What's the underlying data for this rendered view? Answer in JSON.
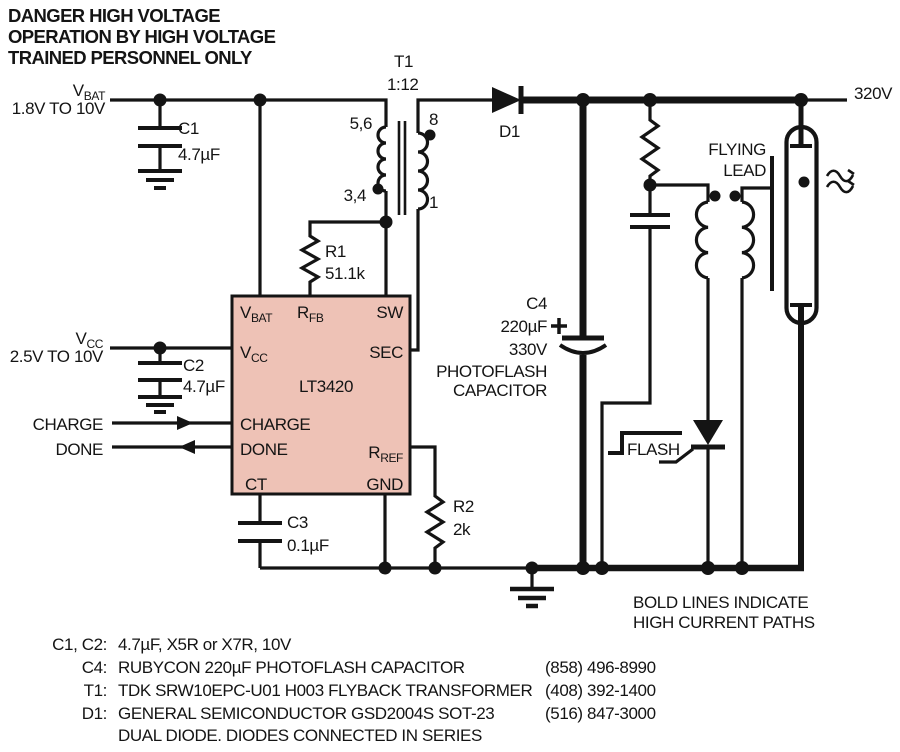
{
  "warning": {
    "line1": "DANGER HIGH VOLTAGE",
    "line2": "OPERATION BY HIGH VOLTAGE",
    "line3": "TRAINED PERSONNEL ONLY"
  },
  "supplies": {
    "vbat": {
      "sym": "V",
      "sub": "BAT",
      "range": "1.8V TO 10V"
    },
    "vcc": {
      "sym": "V",
      "sub": "CC",
      "range": "2.5V TO 10V"
    },
    "charge": "CHARGE",
    "done": "DONE",
    "output": "320V"
  },
  "transformer": {
    "ref": "T1",
    "ratio": "1:12",
    "pri_top": "5,6",
    "pri_bot": "3,4",
    "sec_top": "8",
    "sec_bot": "1"
  },
  "components": {
    "c1": {
      "ref": "C1",
      "value": "4.7µF"
    },
    "c2": {
      "ref": "C2",
      "value": "4.7µF"
    },
    "c3": {
      "ref": "C3",
      "value": "0.1µF"
    },
    "c4": {
      "ref": "C4",
      "value": "220µF",
      "voltage": "330V",
      "type1": "PHOTOFLASH",
      "type2": "CAPACITOR"
    },
    "r1": {
      "ref": "R1",
      "value": "51.1k"
    },
    "r2": {
      "ref": "R2",
      "value": "2k"
    },
    "d1": {
      "ref": "D1"
    }
  },
  "ic": {
    "part": "LT3420",
    "pins": {
      "vbat": {
        "sym": "V",
        "sub": "BAT"
      },
      "rfb": {
        "sym": "R",
        "sub": "FB"
      },
      "sw": "SW",
      "vcc": {
        "sym": "V",
        "sub": "CC"
      },
      "sec": "SEC",
      "charge": "CHARGE",
      "done": "DONE",
      "rref": {
        "sym": "R",
        "sub": "REF"
      },
      "ct": "CT",
      "gnd": "GND"
    }
  },
  "trigger": {
    "flash": "FLASH",
    "flying1": "FLYING",
    "flying2": "LEAD"
  },
  "notes": {
    "bold1": "BOLD LINES INDICATE",
    "bold2": "HIGH CURRENT PATHS",
    "bom": [
      {
        "ref": "C1, C2:",
        "desc": "4.7µF, X5R or X7R, 10V",
        "phone": ""
      },
      {
        "ref": "C4:",
        "desc": "RUBYCON 220µF PHOTOFLASH CAPACITOR",
        "phone": "(858) 496-8990"
      },
      {
        "ref": "T1:",
        "desc": "TDK SRW10EPC-U01 H003 FLYBACK TRANSFORMER",
        "phone": "(408) 392-1400"
      },
      {
        "ref": "D1:",
        "desc": "GENERAL SEMICONDUCTOR GSD2004S SOT-23",
        "phone": "(516) 847-3000"
      },
      {
        "ref": "",
        "desc": "DUAL DIODE. DIODES CONNECTED IN SERIES",
        "phone": ""
      }
    ]
  },
  "colors": {
    "ic_fill": "#eec2b6",
    "line": "#141414"
  }
}
